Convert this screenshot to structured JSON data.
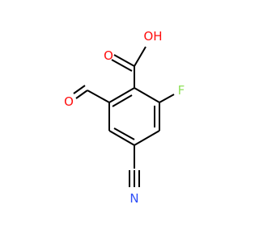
{
  "molecule": {
    "atoms": {
      "O_carbonyl": {
        "text": "O",
        "color": "#ff0d0d"
      },
      "O_hydroxyl": {
        "text": "OH",
        "color": "#ff0d0d"
      },
      "O_aldehyde": {
        "text": "O",
        "color": "#ff0d0d"
      },
      "F": {
        "text": "F",
        "color": "#8fe05a"
      },
      "N": {
        "text": "N",
        "color": "#3050f8"
      }
    },
    "bond_color": "#000000"
  }
}
